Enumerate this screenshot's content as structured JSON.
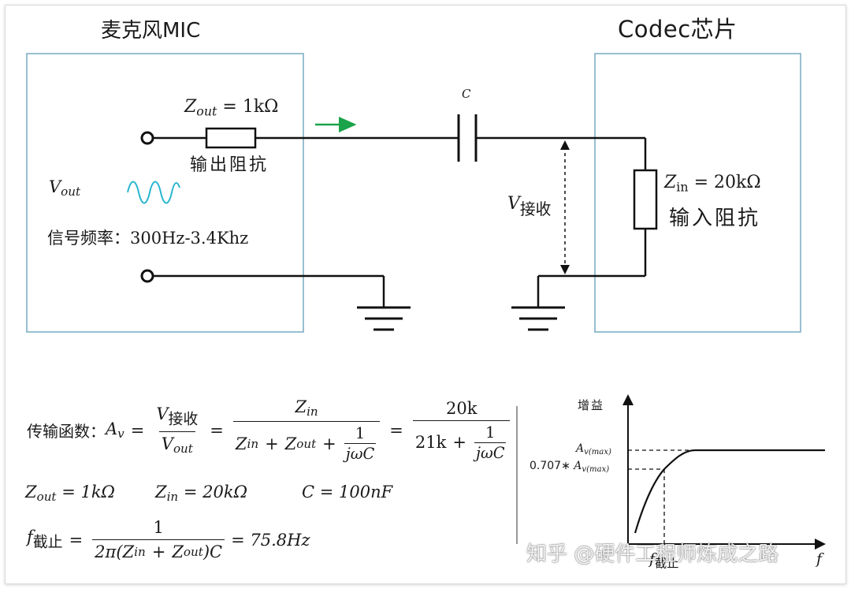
{
  "mic": {
    "title": "麦克风MIC",
    "zout_label_var": "Z",
    "zout_label_sub": "out",
    "zout_label_val": "= 1kΩ",
    "output_impedance": "输出阻抗",
    "vout_var": "V",
    "vout_sub": "out",
    "signal_freq": "信号频率：300Hz-3.4Khz"
  },
  "codec": {
    "title": "Codec芯片",
    "zin_label_var": "Z",
    "zin_label_sub": "in",
    "zin_label_val": "= 20kΩ",
    "input_impedance": "输入阻抗"
  },
  "capacitor_label": "C",
  "vrecv_var": "V",
  "vrecv_sub": "接收",
  "formulas": {
    "transfer_prefix": "传输函数：",
    "av_var": "A",
    "av_sub": "v",
    "eq": "=",
    "v_var": "V",
    "v_sub_recv": "接收",
    "v_sub_out": "out",
    "z_var": "Z",
    "z_sub_in": "in",
    "z_sub_out": "out",
    "plus": "+",
    "one": "1",
    "jwc": "jωC",
    "twenty_k": "20k",
    "twentyone_k": "21k",
    "zout_value": "Z",
    "zout_value_sub": "out",
    "zout_value_rhs": "= 1kΩ",
    "zin_value": "Z",
    "zin_value_sub": "in",
    "zin_value_rhs": "= 20kΩ",
    "c_value": "C = 100nF",
    "fcut_var": "f",
    "fcut_sub": "截止",
    "fcut_den_a": "2π(",
    "fcut_den_b": ")C",
    "fcut_result": "= 75.8Hz"
  },
  "graph": {
    "ylabel": "增益",
    "avmax_var": "A",
    "avmax_sub": "v(max)",
    "level_prefix": "0.707∗ ",
    "x_axis_label": "f",
    "fcut_var": "f",
    "fcut_sub": "截止"
  },
  "watermark": "知乎 @硬件工程师炼成之路",
  "colors": {
    "box_border": "#7fafc6",
    "wire": "#111111",
    "arrow": "#1aa34a",
    "wave": "#2bb6cf"
  }
}
